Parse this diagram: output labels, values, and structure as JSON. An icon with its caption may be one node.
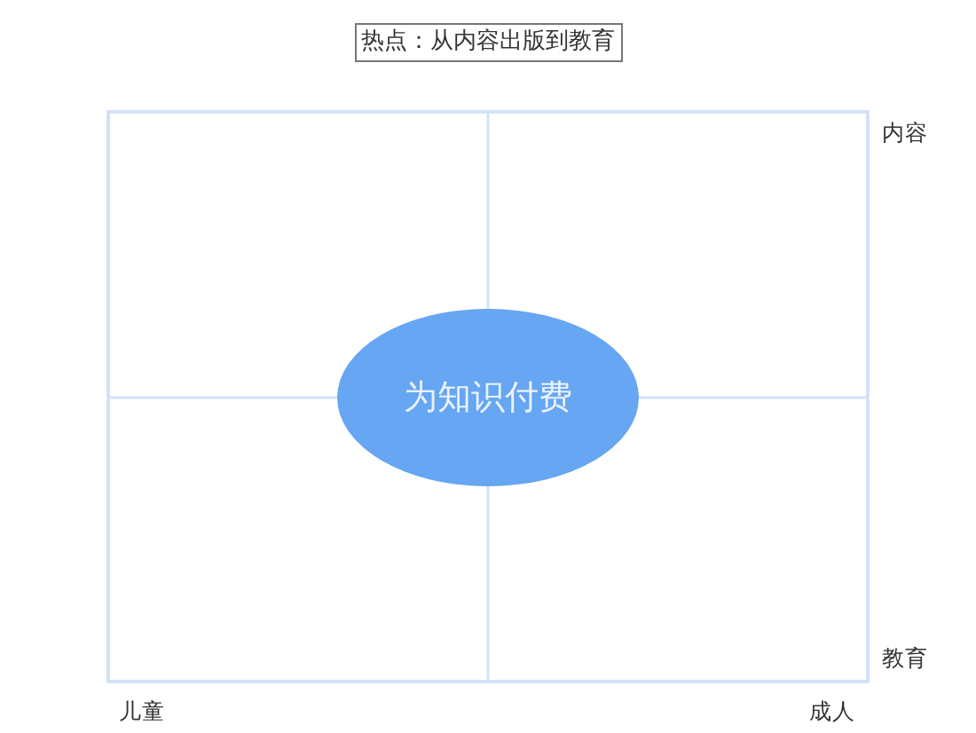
{
  "diagram": {
    "title": "热点：从内容出版到教育",
    "nodes": [
      {
        "text": [
          "为知识付费"
        ]
      }
    ],
    "labels": [
      "内容",
      "教育",
      "儿童",
      "成人"
    ]
  }
}
